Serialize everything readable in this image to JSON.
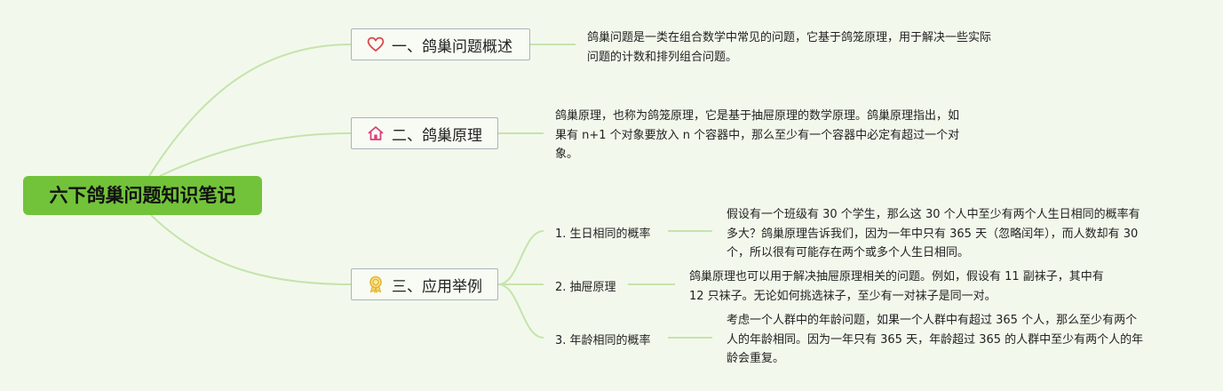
{
  "root": {
    "title": "六下鸽巢问题知识笔记"
  },
  "topics": [
    {
      "label": "一、鸽巢问题概述",
      "icon": "heart-icon",
      "note": [
        "鸽巢问题是一类在组合数学中常见的问题，它基于鸽笼原理，用于解决一些实际",
        "问题的计数和排列组合问题。"
      ]
    },
    {
      "label": "二、鸽巢原理",
      "icon": "home-icon",
      "note": [
        "鸽巢原理，也称为鸽笼原理，它是基于抽屉原理的数学原理。鸽巢原理指出，如",
        "果有 n+1 个对象要放入 n 个容器中，那么至少有一个容器中必定有超过一个对",
        "象。"
      ]
    },
    {
      "label": "三、应用举例",
      "icon": "award-ribbon-icon",
      "subtopics": [
        {
          "label": "1. 生日相同的概率",
          "note": [
            "假设有一个班级有 30 个学生，那么这 30 个人中至少有两个人生日相同的概率有",
            "多大？鸽巢原理告诉我们，因为一年中只有 365 天（忽略闰年），而人数却有 30",
            "个，所以很有可能存在两个或多个人生日相同。"
          ]
        },
        {
          "label": "2. 抽屉原理",
          "note": [
            "鸽巢原理也可以用于解决抽屉原理相关的问题。例如，假设有 11 副袜子，其中有",
            "12 只袜子。无论如何挑选袜子，至少有一对袜子是同一对。"
          ]
        },
        {
          "label": "3. 年龄相同的概率",
          "note": [
            "考虑一个人群中的年龄问题，如果一个人群中有超过 365 个人，那么至少有两个",
            "人的年龄相同。因为一年只有 365 天，年龄超过 365 的人群中至少有两个人的年",
            "龄会重复。"
          ]
        }
      ]
    }
  ],
  "colors": {
    "background": "#f3f8ec",
    "root_fill": "#72c33a",
    "line": "#c5e4ac",
    "heart_icon": "#d9474b",
    "home_icon": "#d7407a",
    "award_icon": "#e5b62b"
  }
}
